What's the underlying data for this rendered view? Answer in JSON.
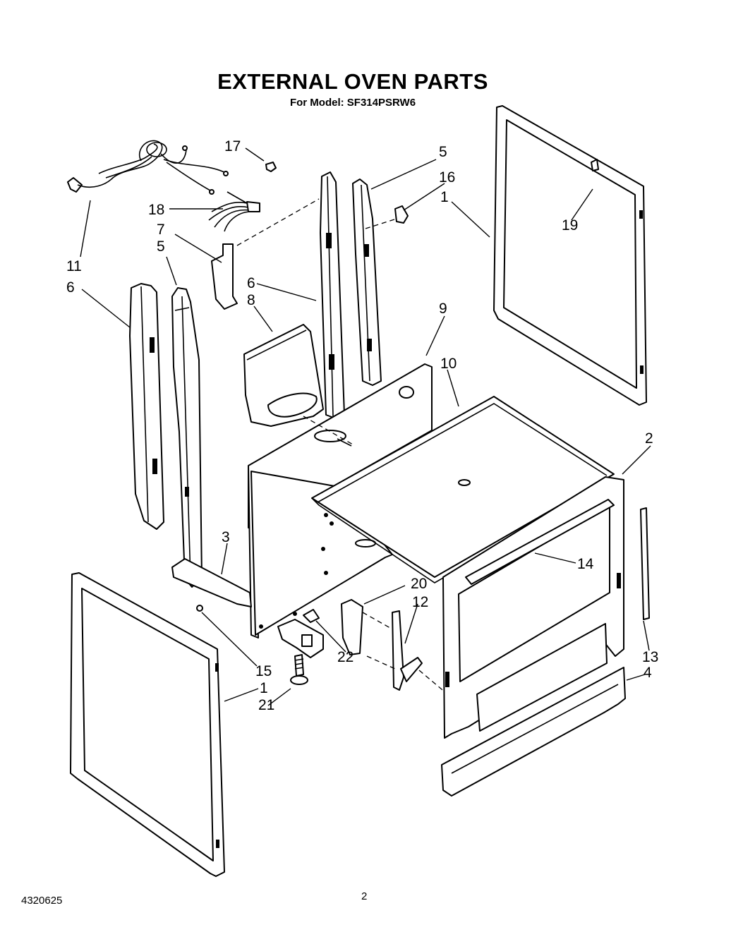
{
  "header": {
    "title": "EXTERNAL OVEN PARTS",
    "subtitle": "For Model: SF314PSRW6"
  },
  "footer": {
    "doc_number": "4320625",
    "page_number": "2"
  },
  "callouts": {
    "c1a": "1",
    "c1b": "1",
    "c2": "2",
    "c3": "3",
    "c4": "4",
    "c5a": "5",
    "c5b": "5",
    "c6a": "6",
    "c6b": "6",
    "c7": "7",
    "c8": "8",
    "c9": "9",
    "c10": "10",
    "c11": "11",
    "c12": "12",
    "c13": "13",
    "c14": "14",
    "c15": "15",
    "c16": "16",
    "c17": "17",
    "c18": "18",
    "c19": "19",
    "c20": "20",
    "c21": "21",
    "c22": "22"
  }
}
